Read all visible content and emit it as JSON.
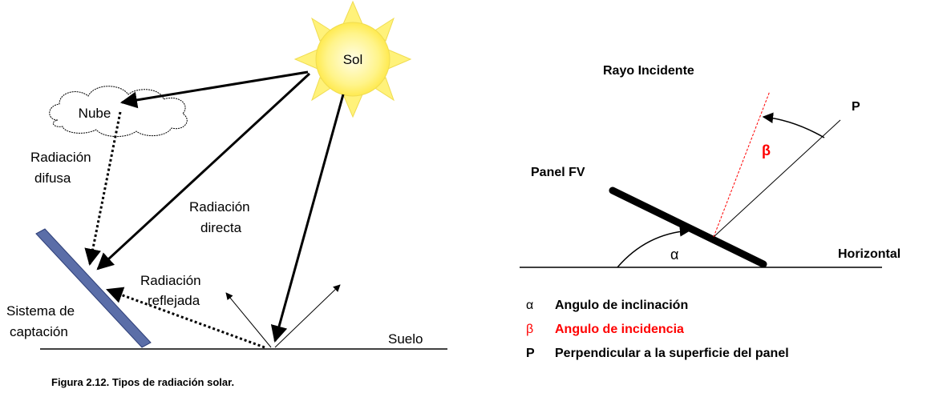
{
  "left_diagram": {
    "sun": "Sol",
    "cloud": "Nube",
    "diffuse": [
      "Radiación",
      "difusa"
    ],
    "direct": [
      "Radiación",
      "directa"
    ],
    "reflected": [
      "Radiación",
      "reflejada"
    ],
    "collector": [
      "Sistema de",
      "captación"
    ],
    "ground": "Suelo",
    "caption": "Figura 2.12. Tipos de radiación solar."
  },
  "right_diagram": {
    "incident_ray": "Rayo Incidente",
    "p_label": "P",
    "beta_label": "β",
    "panel_label": "Panel FV",
    "alpha_label": "α",
    "horizontal_label": "Horizontal",
    "legend": [
      {
        "symbol": "α",
        "text": "Angulo de inclinación",
        "color": "#000000"
      },
      {
        "symbol": "β",
        "text": "Angulo de incidencia",
        "color": "#ff0000"
      },
      {
        "symbol": "P",
        "text": "Perpendicular a la superficie del panel",
        "color": "#000000"
      }
    ]
  },
  "colors": {
    "sun_fill": "#fff48a",
    "sun_core": "#fffbd0",
    "panel_blue": "#5b6ea8",
    "panel_edge": "#2e3f78",
    "red": "#ff0000",
    "ink": "#000000"
  }
}
